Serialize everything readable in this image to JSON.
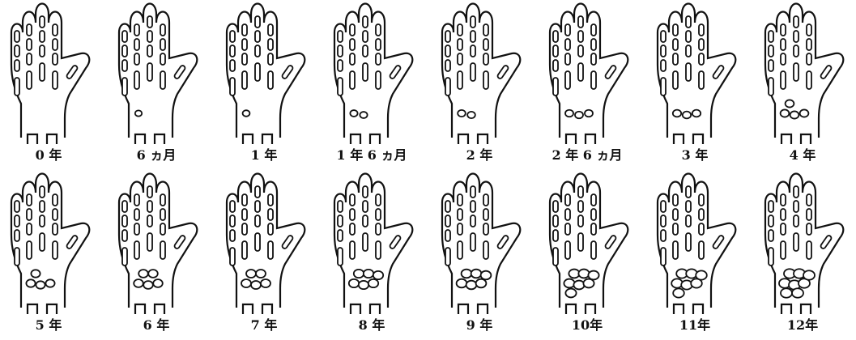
{
  "figure": {
    "rows": [
      [
        {
          "label": "0 年",
          "stage": 0
        },
        {
          "label": "6 ヵ月",
          "stage": 1
        },
        {
          "label": "1 年",
          "stage": 2
        },
        {
          "label": "1 年 6 ヵ月",
          "stage": 3
        },
        {
          "label": "2 年",
          "stage": 4
        },
        {
          "label": "2 年 6 ヵ月",
          "stage": 5
        },
        {
          "label": "3 年",
          "stage": 6
        },
        {
          "label": "4 年",
          "stage": 7
        }
      ],
      [
        {
          "label": "5 年",
          "stage": 8
        },
        {
          "label": "6 年",
          "stage": 9
        },
        {
          "label": "7 年",
          "stage": 10
        },
        {
          "label": "8 年",
          "stage": 11
        },
        {
          "label": "9 年",
          "stage": 12
        },
        {
          "label": "10年",
          "stage": 13
        },
        {
          "label": "11年",
          "stage": 14
        },
        {
          "label": "12年",
          "stage": 15
        }
      ]
    ]
  }
}
